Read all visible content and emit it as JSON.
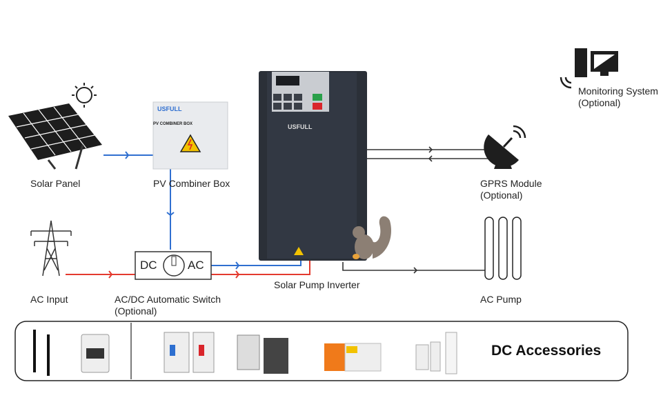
{
  "labels": {
    "solar_panel": "Solar Panel",
    "combiner_box": "PV Combiner Box",
    "inverter": "Solar Pump Inverter",
    "ac_input": "AC Input",
    "switch_line1": "AC/DC Automatic Switch",
    "switch_line2": "(Optional)",
    "gprs_line1": "GPRS Module",
    "gprs_line2": "(Optional)",
    "monitoring_line1": "Monitoring System",
    "monitoring_line2": "(Optional)",
    "ac_pump": "AC Pump",
    "dc_accessories": "DC Accessories"
  },
  "device_text": {
    "brand": "USFULL",
    "combiner_plate": "PV COMBINER BOX",
    "switch_dc": "DC",
    "switch_ac": "AC"
  },
  "colors": {
    "dc_line": "#2f6fd0",
    "ac_line": "#e43a2e",
    "signal_line": "#333333",
    "inverter_body": "#2b3038"
  }
}
